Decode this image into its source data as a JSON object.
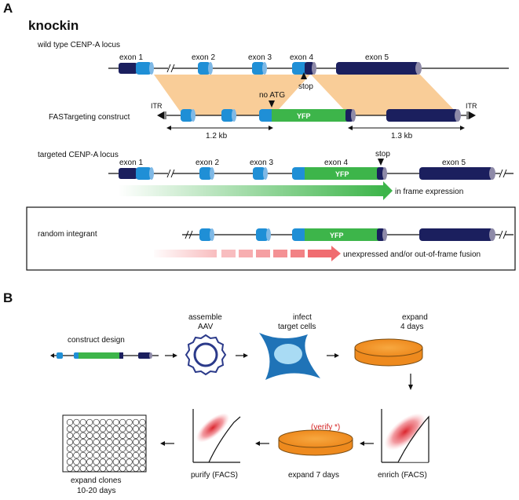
{
  "panel_a": {
    "letter": "A",
    "title": "knockin",
    "wt_label": "wild type CENP-A locus",
    "wt_exons": [
      "exon 1",
      "exon 2",
      "exon 3",
      "exon 4",
      "exon 5"
    ],
    "stop": "stop",
    "no_atg": "no ATG",
    "construct_label": "FASTargeting construct",
    "itr": "ITR",
    "yfp": "YFP",
    "left_arm": "1.2 kb",
    "right_arm": "1.3 kb",
    "targeted_label": "targeted CENP-A locus",
    "in_frame": "in frame expression",
    "random_label": "random integrant",
    "unexpressed": "unexpressed and/or out-of-frame fusion"
  },
  "panel_b": {
    "letter": "B",
    "construct_design": "construct design",
    "assemble_1": "assemble",
    "assemble_2": "AAV",
    "infect_1": "infect",
    "infect_2": "target cells",
    "expand4_1": "expand",
    "expand4_2": "4 days",
    "enrich": "enrich (FACS)",
    "expand7": "expand 7 days",
    "verify": "(verify *)",
    "purify": "purify (FACS)",
    "clones_1": "expand clones",
    "clones_2": "10-20 days"
  },
  "colors": {
    "exon_light": "#1f8fd6",
    "exon_dark": "#1b1f5e",
    "exon_cap": "#8e8aa8",
    "yfp_green": "#3db54a",
    "homology": "#f9cd98",
    "dish": "#f2962a",
    "cell": "#1f73b7",
    "facs_red": "#e01f26"
  }
}
